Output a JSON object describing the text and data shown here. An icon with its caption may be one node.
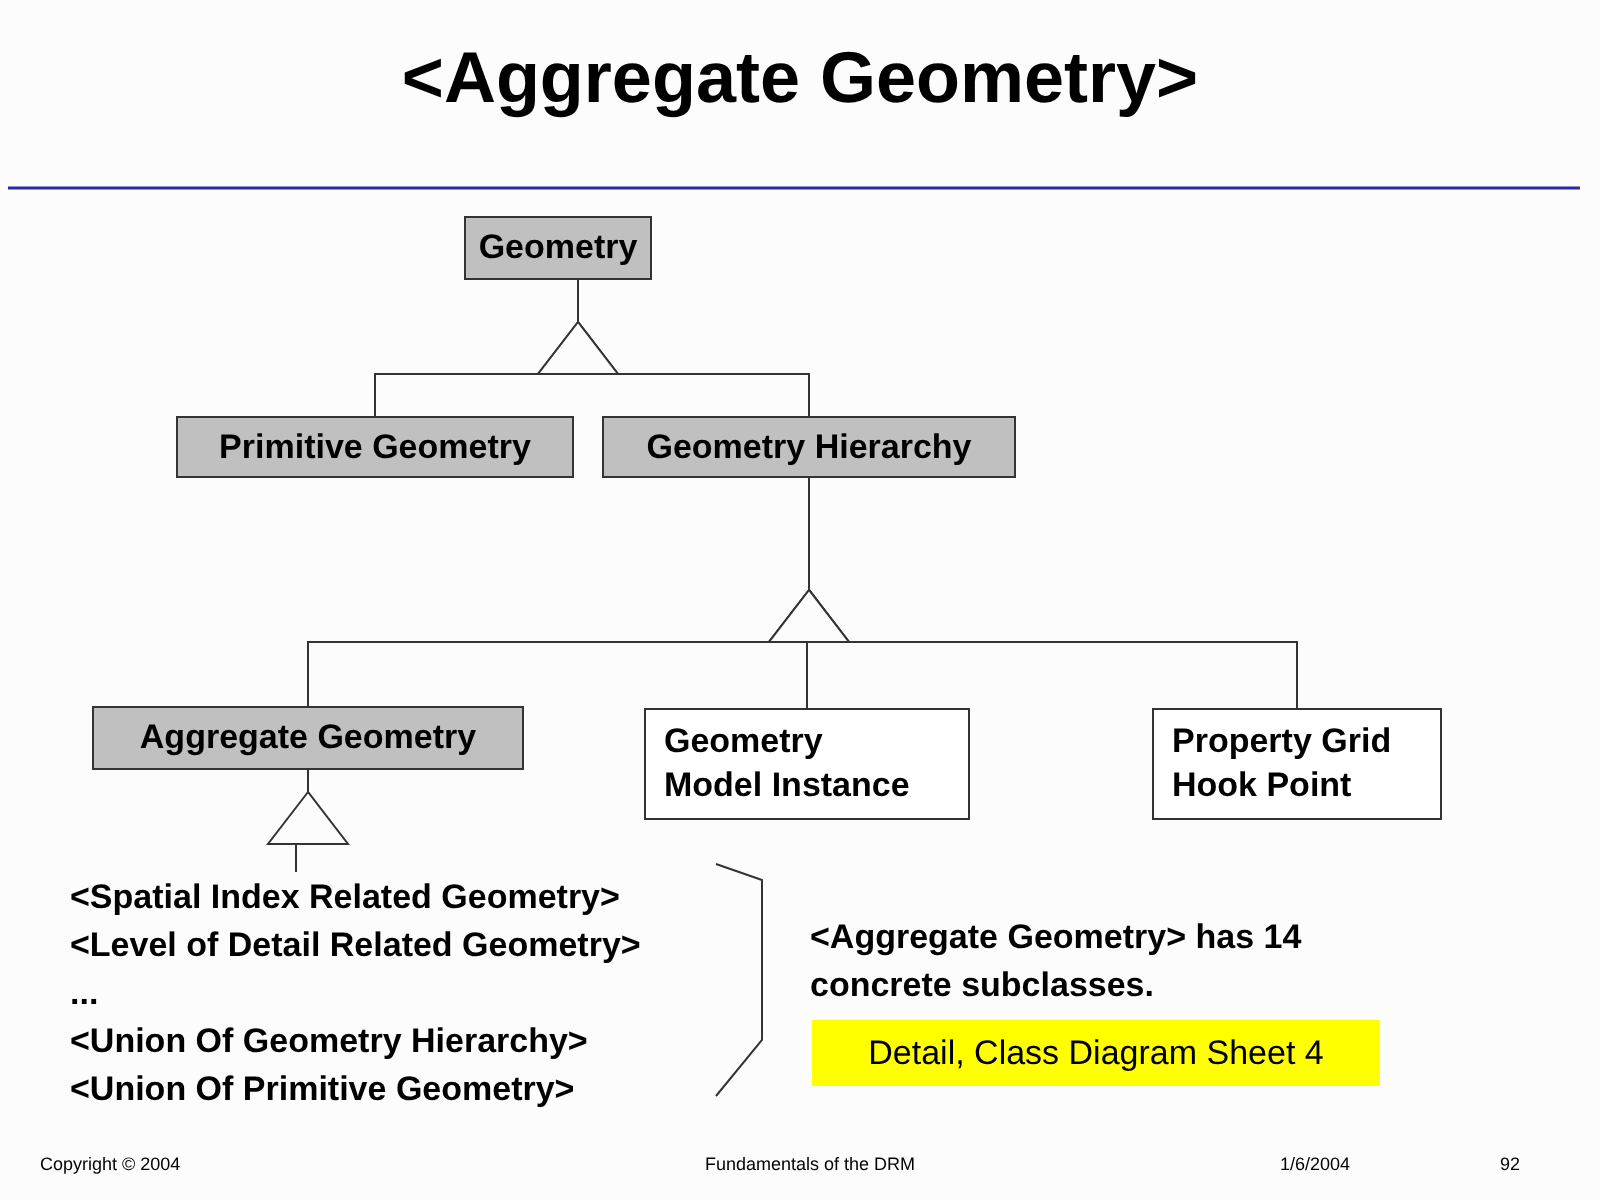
{
  "diagram": {
    "title": "<Aggregate Geometry>",
    "nodes": [
      {
        "text": [
          "Geometry"
        ]
      },
      {
        "text": [
          "Primitive Geometry"
        ]
      },
      {
        "text": [
          "Geometry Hierarchy"
        ]
      },
      {
        "text": [
          "Aggregate Geometry"
        ]
      },
      {
        "text": [
          "Geometry Model Instance"
        ]
      },
      {
        "text": [
          "Property Grid Hook Point"
        ]
      },
      {
        "text": [
          "<Spatial Index Related Geometry>",
          "<Level of Detail Related Geometry>",
          "...",
          "<Union Of Geometry Hierarchy>",
          "<Union Of Primitive Geometry>"
        ]
      },
      {
        "text": [
          "Detail, Class Diagram Sheet 4"
        ]
      }
    ],
    "edges": [
      {
        "from": 1,
        "to": 0,
        "arrow": "to"
      },
      {
        "from": 2,
        "to": 0,
        "arrow": "to"
      },
      {
        "from": 3,
        "to": 2,
        "arrow": "to"
      },
      {
        "from": 4,
        "to": 2,
        "arrow": "to"
      },
      {
        "from": 5,
        "to": 2,
        "arrow": "to"
      },
      {
        "from": 6,
        "to": 3,
        "arrow": "to"
      }
    ],
    "labels": [
      "<Aggregate Geometry> has 14 concrete subclasses.",
      "Copyright © 2004",
      "Fundamentals of the DRM",
      "1/6/2004",
      "92"
    ]
  }
}
